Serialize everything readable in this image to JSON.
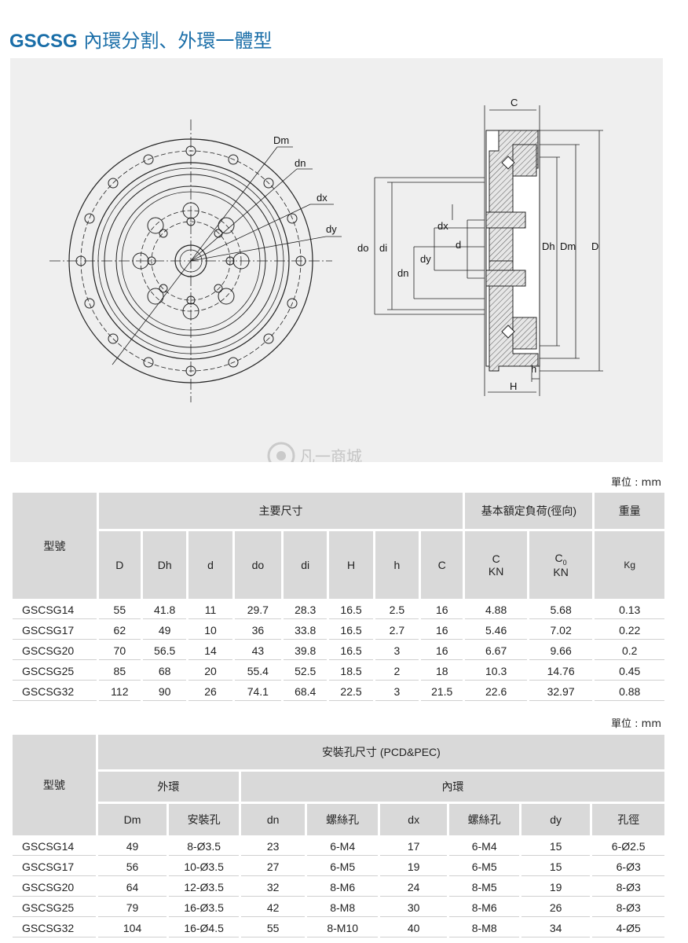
{
  "title": {
    "model": "GSCSG",
    "desc": "內環分割、外環一體型"
  },
  "drawing_labels": {
    "Dm": "Dm",
    "dn": "dn",
    "dx": "dx",
    "dy": "dy",
    "C": "C",
    "do": "do",
    "di": "di",
    "d": "d",
    "Dh": "Dh",
    "D": "D",
    "h": "h",
    "H": "H"
  },
  "watermark": "凡一商城",
  "unit_label": "單位 : mm",
  "table1": {
    "model_header": "型號",
    "group_main": "主要尺寸",
    "group_load": "基本額定負荷(徑向)",
    "group_weight": "重量",
    "cols": [
      "D",
      "Dh",
      "d",
      "do",
      "di",
      "H",
      "h",
      "C"
    ],
    "load_cols": [
      {
        "sym": "C",
        "sub": "",
        "unit": "KN"
      },
      {
        "sym": "C",
        "sub": "0",
        "unit": "KN"
      }
    ],
    "weight_unit": "Kg",
    "rows": [
      [
        "GSCSG14",
        "55",
        "41.8",
        "11",
        "29.7",
        "28.3",
        "16.5",
        "2.5",
        "16",
        "4.88",
        "5.68",
        "0.13"
      ],
      [
        "GSCSG17",
        "62",
        "49",
        "10",
        "36",
        "33.8",
        "16.5",
        "2.7",
        "16",
        "5.46",
        "7.02",
        "0.22"
      ],
      [
        "GSCSG20",
        "70",
        "56.5",
        "14",
        "43",
        "39.8",
        "16.5",
        "3",
        "16",
        "6.67",
        "9.66",
        "0.2"
      ],
      [
        "GSCSG25",
        "85",
        "68",
        "20",
        "55.4",
        "52.5",
        "18.5",
        "2",
        "18",
        "10.3",
        "14.76",
        "0.45"
      ],
      [
        "GSCSG32",
        "112",
        "90",
        "26",
        "74.1",
        "68.4",
        "22.5",
        "3",
        "21.5",
        "22.6",
        "32.97",
        "0.88"
      ]
    ]
  },
  "table2": {
    "model_header": "型號",
    "group": "安裝孔尺寸 (PCD&PEC)",
    "outer": "外環",
    "inner": "內環",
    "cols": [
      "Dm",
      "安裝孔",
      "dn",
      "螺絲孔",
      "dx",
      "螺絲孔",
      "dy",
      "孔徑"
    ],
    "rows": [
      [
        "GSCSG14",
        "49",
        "8-Ø3.5",
        "23",
        "6-M4",
        "17",
        "6-M4",
        "15",
        "6-Ø2.5"
      ],
      [
        "GSCSG17",
        "56",
        "10-Ø3.5",
        "27",
        "6-M5",
        "19",
        "6-M5",
        "15",
        "6-Ø3"
      ],
      [
        "GSCSG20",
        "64",
        "12-Ø3.5",
        "32",
        "8-M6",
        "24",
        "8-M5",
        "19",
        "8-Ø3"
      ],
      [
        "GSCSG25",
        "79",
        "16-Ø3.5",
        "42",
        "8-M8",
        "30",
        "8-M6",
        "26",
        "8-Ø3"
      ],
      [
        "GSCSG32",
        "104",
        "16-Ø4.5",
        "55",
        "8-M10",
        "40",
        "8-M8",
        "34",
        "4-Ø5"
      ]
    ]
  }
}
